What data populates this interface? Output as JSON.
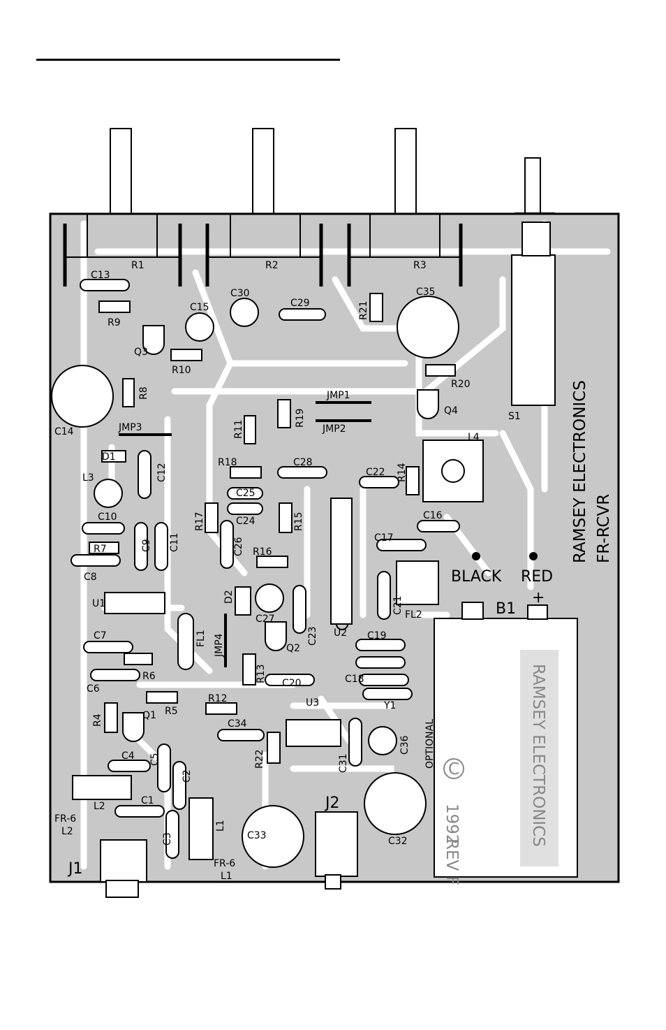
{
  "brand": {
    "line1": "RAMSEY ELECTRONICS",
    "line2": "FR-RCVR"
  },
  "battery": {
    "black_label": "BLACK",
    "red_label": "RED",
    "plus": "+",
    "id": "B1"
  },
  "battery_silk": {
    "company": "RAMSEY ELECTRONICS",
    "year": "1992",
    "rev": "REV F",
    "c": "C",
    "optional": "OPTIONAL"
  },
  "labels": {
    "R1": "R1",
    "R2": "R2",
    "R3": "R3",
    "R4": "R4",
    "R5": "R5",
    "R6": "R6",
    "R7": "R7",
    "R8": "R8",
    "R9": "R9",
    "R10": "R10",
    "R11": "R11",
    "R12": "R12",
    "R13": "R13",
    "R14": "R14",
    "R15": "R15",
    "R16": "R16",
    "R17": "R17",
    "R18": "R18",
    "R19": "R19",
    "R20": "R20",
    "R21": "R21",
    "R22": "R22",
    "C1": "C1",
    "C2": "C2",
    "C3": "C3",
    "C4": "C4",
    "C5": "C5",
    "C6": "C6",
    "C7": "C7",
    "C8": "C8",
    "C9": "C9",
    "C10": "C10",
    "C11": "C11",
    "C12": "C12",
    "C13": "C13",
    "C14": "C14",
    "C15": "C15",
    "C16": "C16",
    "C17": "C17",
    "C18": "C18",
    "C19": "C19",
    "C20": "C20",
    "C21": "C21",
    "C22": "C22",
    "C23": "C23",
    "C24": "C24",
    "C25": "C25",
    "C26": "C26",
    "C27": "C27",
    "C28": "C28",
    "C29": "C29",
    "C30": "C30",
    "C31": "C31",
    "C32": "C32",
    "C33": "C33",
    "C34": "C34",
    "C35": "C35",
    "C36": "C36",
    "Q1": "Q1",
    "Q2": "Q2",
    "Q3": "Q3",
    "Q4": "Q4",
    "U1": "U1",
    "U2": "U2",
    "U3": "U3",
    "D1": "D1",
    "D2": "D2",
    "L1": "L1",
    "L2": "L2",
    "L3": "L3",
    "L4": "L4",
    "FL1": "FL1",
    "FL2": "FL2",
    "Y1": "Y1",
    "S1": "S1",
    "JMP1": "JMP1",
    "JMP2": "JMP2",
    "JMP3": "JMP3",
    "JMP4": "JMP4",
    "J1": "J1",
    "J2": "J2",
    "FR6_L2": "FR-6",
    "L2b": "L2",
    "FR6_L1": "FR-6",
    "L1b": "L1"
  },
  "colors": {
    "board": "#c8c8c8",
    "trace": "#ffffff",
    "ink": "#000000",
    "battery_body": "#ffffff",
    "silk_light": "#909090"
  }
}
